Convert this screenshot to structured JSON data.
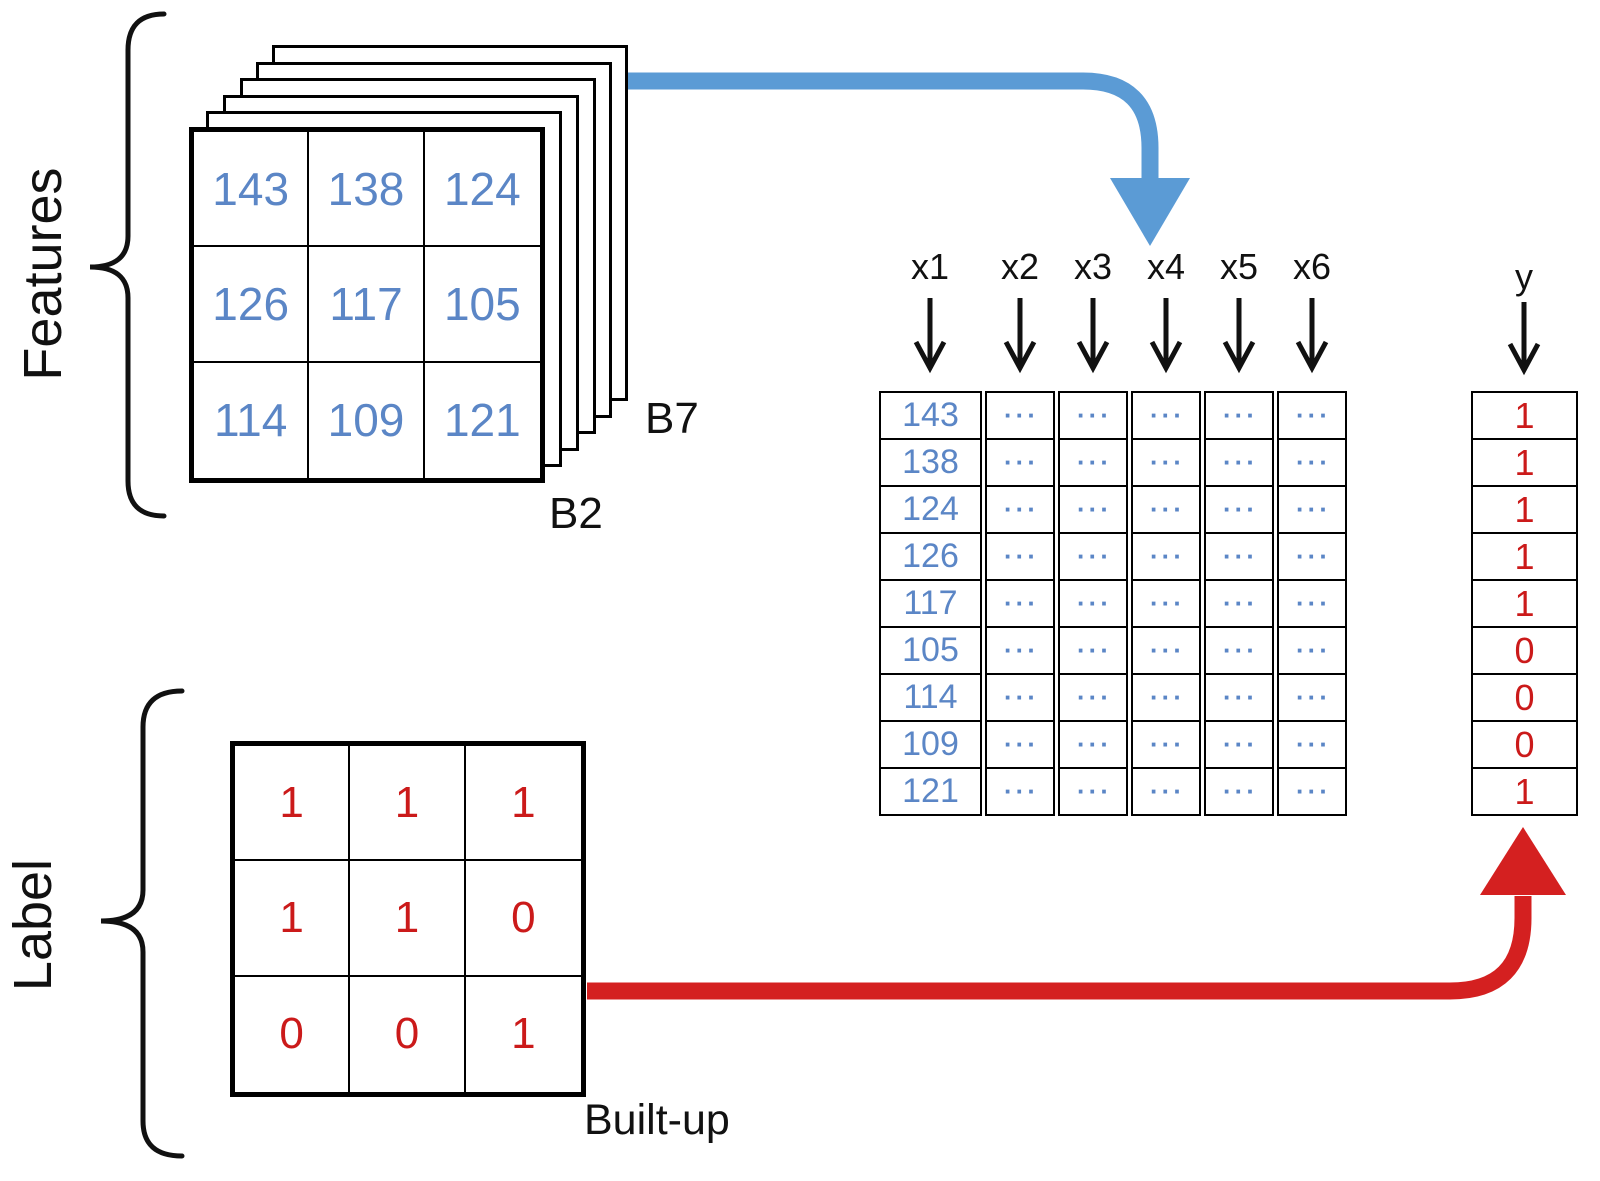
{
  "features": {
    "brace_label": "Features",
    "front_band": "B2",
    "back_band": "B7",
    "grid": [
      [
        "143",
        "138",
        "124"
      ],
      [
        "126",
        "117",
        "105"
      ],
      [
        "114",
        "109",
        "121"
      ]
    ]
  },
  "label": {
    "brace_label": "Label",
    "class_name": "Built-up",
    "grid": [
      [
        "1",
        "1",
        "1"
      ],
      [
        "1",
        "1",
        "0"
      ],
      [
        "0",
        "0",
        "1"
      ]
    ]
  },
  "matrix": {
    "headers": [
      "x1",
      "x2",
      "x3",
      "x4",
      "x5",
      "x6"
    ],
    "first_column": [
      "143",
      "138",
      "124",
      "126",
      "117",
      "105",
      "114",
      "109",
      "121"
    ],
    "ellipsis": "···"
  },
  "target": {
    "header": "y",
    "values": [
      "1",
      "1",
      "1",
      "1",
      "1",
      "0",
      "0",
      "0",
      "1"
    ]
  },
  "colors": {
    "feature_value_blue": "#5b86c6",
    "blue_arrow": "#5b9bd5",
    "label_value_red": "#cb1a1a",
    "red_arrow": "#d42020",
    "line_black": "#111111"
  }
}
